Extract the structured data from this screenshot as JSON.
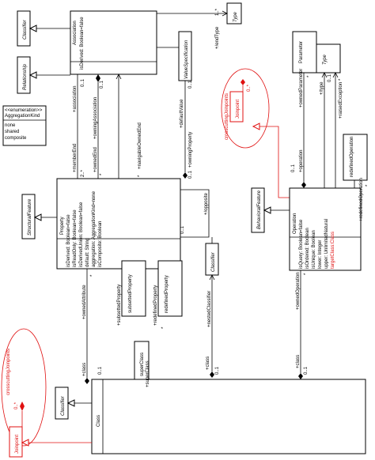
{
  "colors": {
    "line": "#000000",
    "aspect": "#e01010",
    "background": "#ffffff"
  },
  "classes": {
    "association": {
      "name": "Association",
      "attr": "isDerived: Boolean=false"
    },
    "classifier_top": "Classifier",
    "relationship": "Relationship",
    "type": "Type",
    "value_spec": "ValueSpecification",
    "parameter": "Parameter",
    "type2": "Type",
    "redefined_operation": "redefinedOperation",
    "structural_feature": "StructuralFeature",
    "behavioral_feature": "BehavioralFeature",
    "classifier_mid": "Classifier",
    "subsetted_property": "subsettedProperty",
    "redefined_property": "redefinedProperty",
    "super_class": "superClass",
    "classifier_bottom": "Classifier",
    "class_box": "Class",
    "property": {
      "name": "Property",
      "attrs": [
        "isDerived: Boolean=false",
        "isReadOnly: Boolean=false",
        "isDerivedUnion: Boolean=false",
        "default: String",
        "aggregation: AggregationKind=none",
        "isComposite: Boolean"
      ]
    },
    "operation": {
      "name": "Operation",
      "attrs": [
        "isQuery: Boolean=false",
        "isOrdered: Boolean",
        "isUnique: Boolean",
        "lower: Integer",
        "upper: UnlimitedNatural"
      ],
      "aspect_attr": "targetClass:Class"
    },
    "enumeration": {
      "stereotype": "<<enumeration>>",
      "name": "AggregationKind",
      "literals": [
        "none",
        "shared",
        "composite"
      ]
    }
  },
  "aspect": {
    "top_name": "Joinpoint",
    "top_label": "crosscuttingJoinpoints",
    "top_mult": "0..*",
    "bottom_name": "Joinpoint",
    "bottom_label": "crosscuttingJoinpoints",
    "bottom_mult": "0..*"
  },
  "roles": {
    "member_end": "+memberEnd",
    "member_end_mult": "2..*",
    "association": "+association",
    "association_mult": "0..1",
    "owning_association": "+owningAssociation",
    "owning_association_mult": "0..1",
    "owned_end": "+ownedEnd",
    "owned_end_mult": "*",
    "end_type": "+/endType",
    "end_type_mult": "1..*",
    "navigable_owned_end": "+navigableOwnedEnd",
    "default_value": "+defaultValue",
    "default_value_mult": "0..1",
    "owning_property": "+owningProperty",
    "owning_property_mult": "0..1",
    "opposite": "+/opposite",
    "opposite_mult": "0..1",
    "subsetted_property": "+subsettedProperty",
    "redefined_property": "+redefinedProperty",
    "redefined_property_mult": "*",
    "nested_classifier": "+nestedClassifier",
    "owned_attribute": "+ownedAttribute",
    "owned_attribute_mult": "*",
    "class_left": "+class",
    "class_left_mult": "0..1",
    "class_mid": "+class",
    "class_mid_mult": "0..1",
    "class_right": "+class",
    "class_right_mult": "0..1",
    "super_class": "+superClass",
    "owned_operation": "+ownedOperation",
    "owned_operation_mult": "*",
    "operation": "+operation",
    "operation_mult": "0..1",
    "owned_parameter": "+ownedParameter",
    "owned_parameter_mult": "*",
    "type_role": "+/type",
    "type_role_mult": "0..1",
    "raised_exception": "+raisedException",
    "raised_exception_mult": "*",
    "redefined_operation": "+redefinedOperation",
    "redefined_operation_mult": "*",
    "star": "*",
    "one_star": "1"
  }
}
